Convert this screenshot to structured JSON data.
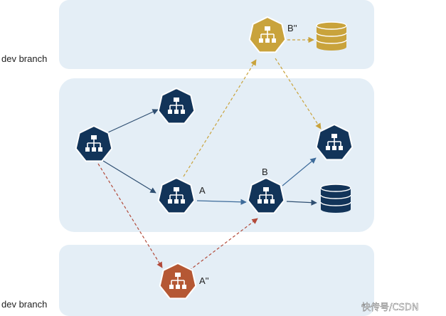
{
  "lanes": {
    "top_label": "dev branch",
    "bottom_label": "dev branch"
  },
  "nodes": {
    "b_prime": {
      "label": "B''"
    },
    "a": {
      "label": "A"
    },
    "b": {
      "label": "B"
    },
    "a_prime": {
      "label": "A''"
    }
  },
  "watermark": "快传号/CSDN",
  "colors": {
    "lane_fill": "#e4eef6",
    "navy": "#123459",
    "gold": "#c9a33c",
    "rust": "#b55834",
    "edge_solid": "#2f4f72",
    "edge_gold": "#c9a33c",
    "edge_red": "#b24a3a",
    "edge_blue": "#3d6b9a"
  }
}
